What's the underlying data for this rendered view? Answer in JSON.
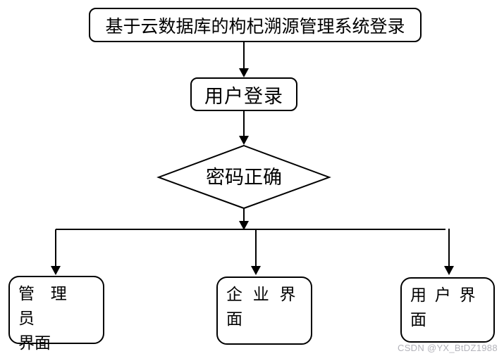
{
  "diagram": {
    "type": "flowchart",
    "nodes": {
      "title": {
        "label": "基于云数据库的枸杞溯源管理系统登录",
        "shape": "terminator"
      },
      "login": {
        "label": "用户登录",
        "shape": "terminator"
      },
      "decision": {
        "label": "密码正确",
        "shape": "diamond"
      },
      "admin": {
        "line1": "管 理 员",
        "line2": "界面",
        "shape": "terminator"
      },
      "enterprise": {
        "line1": "企 业 界",
        "line2": "面",
        "shape": "terminator"
      },
      "user": {
        "line1": "用 户 界",
        "line2": "面",
        "shape": "terminator"
      }
    },
    "edges": [
      {
        "from": "title",
        "to": "login"
      },
      {
        "from": "login",
        "to": "decision"
      },
      {
        "from": "decision",
        "to": "admin"
      },
      {
        "from": "decision",
        "to": "enterprise"
      },
      {
        "from": "decision",
        "to": "user"
      }
    ]
  },
  "watermark": "CSDN @YX_BtDZ1988",
  "colors": {
    "line": "#000000",
    "background": "#ffffff",
    "watermark": "#b3b3ba"
  }
}
